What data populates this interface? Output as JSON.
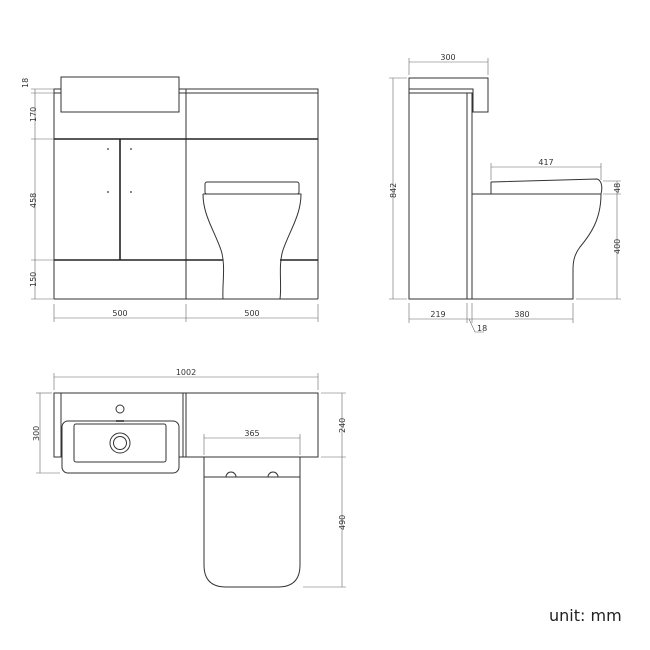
{
  "front_view": {
    "dims": {
      "top": "18",
      "upper": "170",
      "middle": "458",
      "plinth": "150",
      "left_width": "500",
      "right_width": "500"
    }
  },
  "side_view": {
    "dims": {
      "depth_top": "300",
      "height": "842",
      "seat_length": "417",
      "seat_height": "48",
      "pan_height": "400",
      "cabinet_depth": "219",
      "panel": "18",
      "toilet_projection": "380"
    }
  },
  "plan_view": {
    "dims": {
      "total_width": "1002",
      "basin_depth": "300",
      "unit_depth": "240",
      "toilet_width": "365",
      "toilet_projection": "490"
    }
  },
  "unit_label": "unit: mm",
  "colors": {
    "line": "#333333",
    "background": "#ffffff"
  }
}
